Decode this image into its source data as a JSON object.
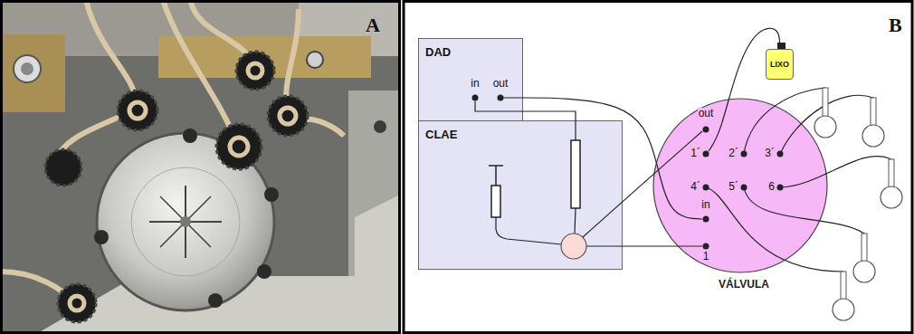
{
  "diagram": {
    "nodes": [
      {
        "text": [
          "DAD"
        ]
      },
      {
        "text": [
          "CLAE"
        ]
      },
      {
        "text": [
          "VÁLVULA"
        ]
      },
      {
        "text": [
          "LIXO"
        ]
      }
    ],
    "edges": [
      {
        "from": 1,
        "to": 0,
        "arrow": "none"
      },
      {
        "from": 0,
        "to": 2,
        "arrow": "none"
      },
      {
        "from": 2,
        "to": 3,
        "arrow": "none"
      },
      {
        "from": 1,
        "to": 2,
        "arrow": "none"
      },
      {
        "from": 1,
        "to": 2,
        "arrow": "none"
      }
    ],
    "labels": [
      "A",
      "B",
      "in",
      "out",
      "out",
      "1´",
      "2´",
      "3´",
      "4´",
      "5´",
      "6",
      "in",
      "1"
    ]
  }
}
